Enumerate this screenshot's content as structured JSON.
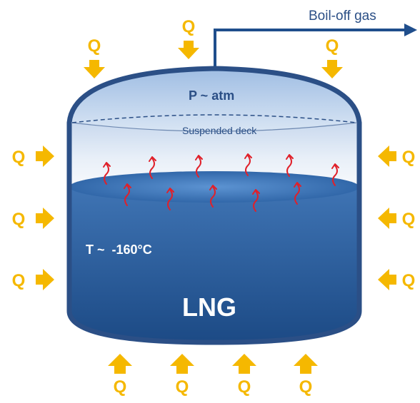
{
  "outlet_label": "Boil-off gas",
  "pressure_label": "P ~ atm",
  "deck_label": "Suspended deck",
  "temperature_label": "T ~  -160°C",
  "liquid_label": "LNG",
  "heat_label": "Q",
  "colors": {
    "heat": "#f5b800",
    "tank_outline": "#2b4f86",
    "liquid_dark": "#1f4e8c",
    "liquid_light": "#4a82c4",
    "vapor_space": "#dfe9f6",
    "pipe": "#1f4e8c",
    "boil_arrow": "#e0202a",
    "label_text": "#2b4f86"
  },
  "icons": {
    "heat_arrow": "heat-arrow-icon",
    "boil_off_wisp": "boil-off-wisp-icon"
  }
}
